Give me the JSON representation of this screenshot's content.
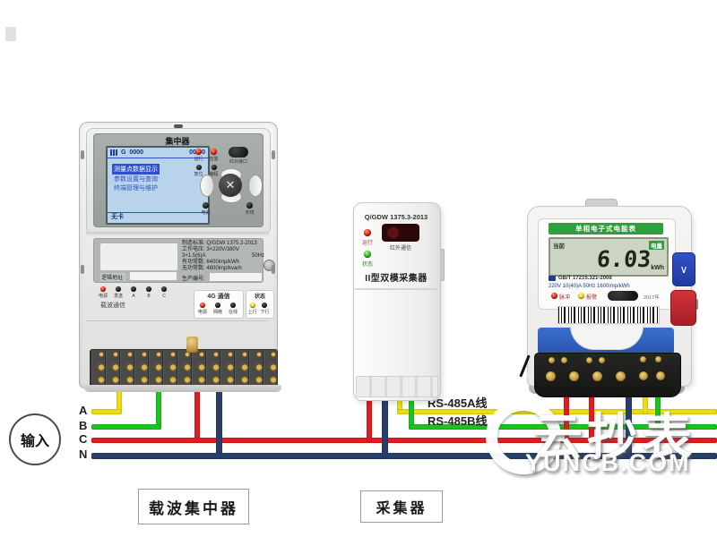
{
  "input": {
    "label": "输入"
  },
  "phases": {
    "a": "A",
    "b": "B",
    "c": "C",
    "n": "N"
  },
  "rs485": {
    "a": "RS-485A线",
    "b": "RS-485B线"
  },
  "tags": {
    "concentrator": "载波集中器",
    "collector": "采集器"
  },
  "watermark": {
    "title": "云抄表",
    "domain": "YUNCB.COM"
  },
  "concentrator": {
    "title": "集中器",
    "screen": {
      "net": "G",
      "id": "0000",
      "time": "00:00",
      "menu1": "测量点数据显示",
      "menu2": "参数设置与查询",
      "menu3": "终端管理与维护",
      "footer": "无卡"
    },
    "led_run": "运行",
    "led_alarm": "告警",
    "btn1": "复位",
    "btn2": "编程",
    "ir_label": "红外接口",
    "nav_center": "✕",
    "dot1": "电池",
    "dot2": "天线",
    "nameplate": {
      "l1": "制造标准: Q/GDW 1375.2-2013",
      "l2": "工作电压: 3×220V/380V",
      "l3": "3×1.5(6)A",
      "hz": "50Hz",
      "l4": "有功常数: 6400imp/kWh",
      "l5": "无功常数: 4800imp/kvarh",
      "logic": "逻辑地址:",
      "serial": "生产编号:"
    },
    "carrier": {
      "label": "载波通信",
      "l1": "电源",
      "l2": "发送",
      "l3": "A",
      "l4": "B",
      "l5": "C"
    },
    "g4": {
      "label": "4G 通信",
      "l1": "电源",
      "l2": "网络",
      "l3": "在线"
    },
    "mini": {
      "label": "状态",
      "l1": "上行",
      "l2": "下行"
    }
  },
  "collector": {
    "std": "Q/GDW 1375.3-2013",
    "run": "运行",
    "ir": "红外通信",
    "status": "状态",
    "name": "II型双模采集器"
  },
  "meter": {
    "title": "单相电子式电能表",
    "lcd_left": "当前",
    "lcd_right": "电量",
    "value": "6.03",
    "unit": "kWh",
    "std": "GB/T 17215.321-2008",
    "specs": "220V 10(40)A 50Hz 1600imp/kWh",
    "led1": "脉冲",
    "led2": "报警",
    "year": "2017年",
    "btn_chevron": "∨"
  }
}
